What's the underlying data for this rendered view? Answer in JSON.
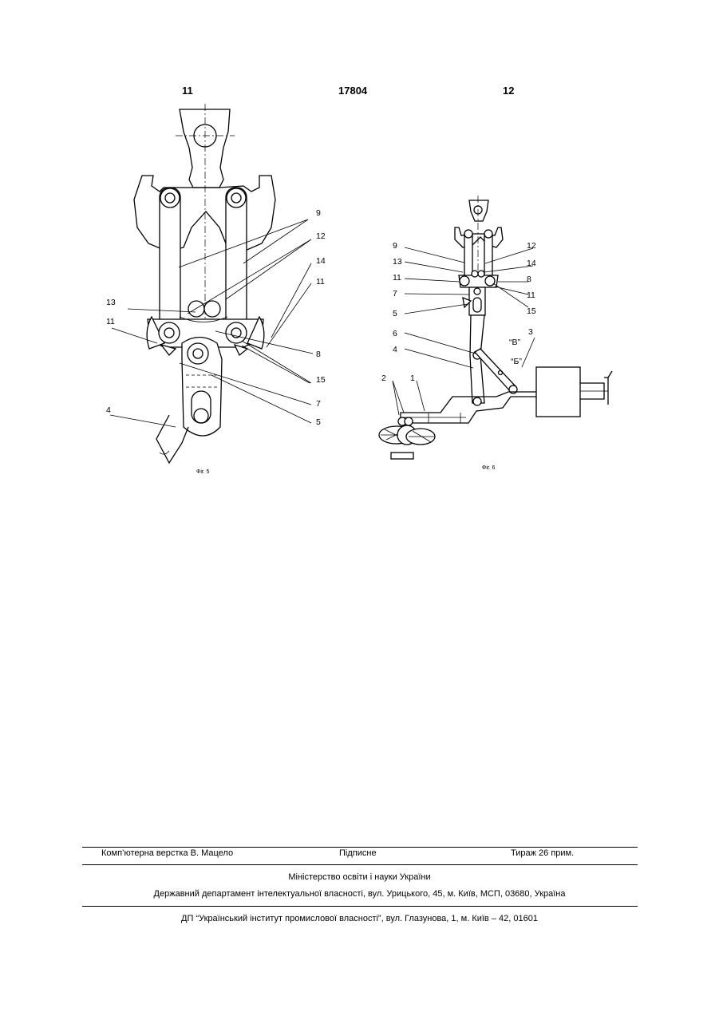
{
  "header": {
    "left_page": "11",
    "patent_number": "17804",
    "right_page": "12"
  },
  "fig5": {
    "caption": "Фіг. 5",
    "labels": {
      "l9": "9",
      "l12": "12",
      "l14": "14",
      "l11_right": "11",
      "l13": "13",
      "l11_left": "11",
      "l8": "8",
      "l15": "15",
      "l7": "7",
      "l4": "4",
      "l5": "5"
    }
  },
  "fig6": {
    "caption": "Фіг. 6",
    "labels": {
      "l9": "9",
      "l13": "13",
      "l11_left": "11",
      "l7": "7",
      "l5": "5",
      "l6": "6",
      "l4": "4",
      "l12": "12",
      "l14": "14",
      "l8": "8",
      "l11_right": "11",
      "l15": "15",
      "l3": "3",
      "lB": "“В”",
      "lBe": "“Б”",
      "l2": "2",
      "l1": "1"
    }
  },
  "footer": {
    "typesetting": "Комп’ютерна верстка В. Мацело",
    "signed": "Підписне",
    "circulation": "Тираж 26 прим.",
    "ministry": "Міністерство освіти і науки України",
    "department": "Державний департамент інтелектуальної власності, вул. Урицького, 45, м. Київ, МСП, 03680, Україна",
    "institute": "ДП “Український інститут промислової власності”, вул. Глазунова, 1, м. Київ – 42, 01601"
  }
}
